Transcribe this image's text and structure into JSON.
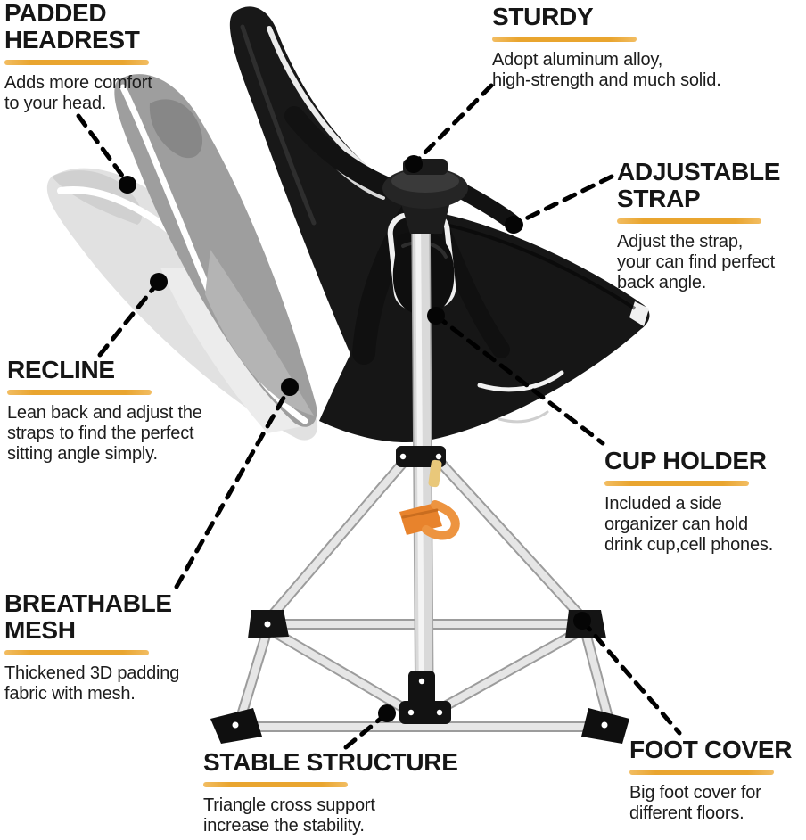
{
  "title": "Folding hammock camp chair feature infographic",
  "colors": {
    "accent_underline": "#E9A52F",
    "heading_text": "#161616",
    "body_text": "#1D1D1D",
    "pointer_line": "#000000",
    "chair_black": "#1A1A1A",
    "ghost_mid_gray": "#9E9E9E",
    "ghost_light_gray": "#DFDFDF",
    "frame_silver": "#E9E9E9",
    "strap_orange": "#E8872E"
  },
  "features": [
    {
      "id": "padded-headrest",
      "title": "PADDED\nHEADREST",
      "desc": "Adds more comfort\nto your head."
    },
    {
      "id": "sturdy",
      "title": "STURDY",
      "desc": "Adopt  aluminum alloy,\nhigh-strength and much solid."
    },
    {
      "id": "adjustable-strap",
      "title": "ADJUSTABLE\nSTRAP",
      "desc": "Adjust the strap,\nyour can find perfect\nback angle."
    },
    {
      "id": "recline",
      "title": "RECLINE",
      "desc": "Lean back and adjust the\nstraps to find the perfect\nsitting angle simply."
    },
    {
      "id": "cup-holder",
      "title": "CUP HOLDER",
      "desc": "Included a side\norganizer can hold\ndrink cup,cell phones."
    },
    {
      "id": "breathable-mesh",
      "title": "BREATHABLE\nMESH",
      "desc": "Thickened 3D padding\nfabric with mesh."
    },
    {
      "id": "stable-structure",
      "title": "STABLE STRUCTURE",
      "desc": "Triangle cross support\nincrease the stability."
    },
    {
      "id": "foot-cover",
      "title": "FOOT COVER",
      "desc": "Big foot cover for\ndifferent floors."
    }
  ]
}
